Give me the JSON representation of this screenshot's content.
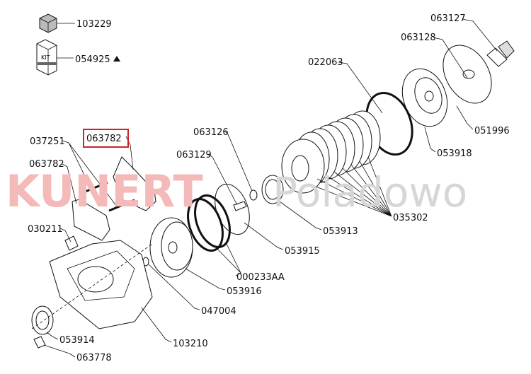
{
  "watermark": {
    "brand": "KUNERT",
    "location": "Poladowo",
    "brand_color": "#f4b9b9",
    "location_color": "#d6d6d6"
  },
  "highlight_color": "#d0202a",
  "labels": {
    "l103229": "103229",
    "l054925": "054925",
    "kit_text": "KIT",
    "l063127": "063127",
    "l063128": "063128",
    "l022063": "022063",
    "l051996": "051996",
    "l053918": "053918",
    "l063126": "063126",
    "l037251": "037251",
    "l063782_boxed": "063782",
    "l063129": "063129",
    "l063782": "063782",
    "l035302": "035302",
    "l030211": "030211",
    "l053913": "053913",
    "l053915": "053915",
    "l000233AA": "000233AA",
    "l053916": "053916",
    "l047004": "047004",
    "l053914": "053914",
    "l103210": "103210",
    "l063778": "063778"
  }
}
